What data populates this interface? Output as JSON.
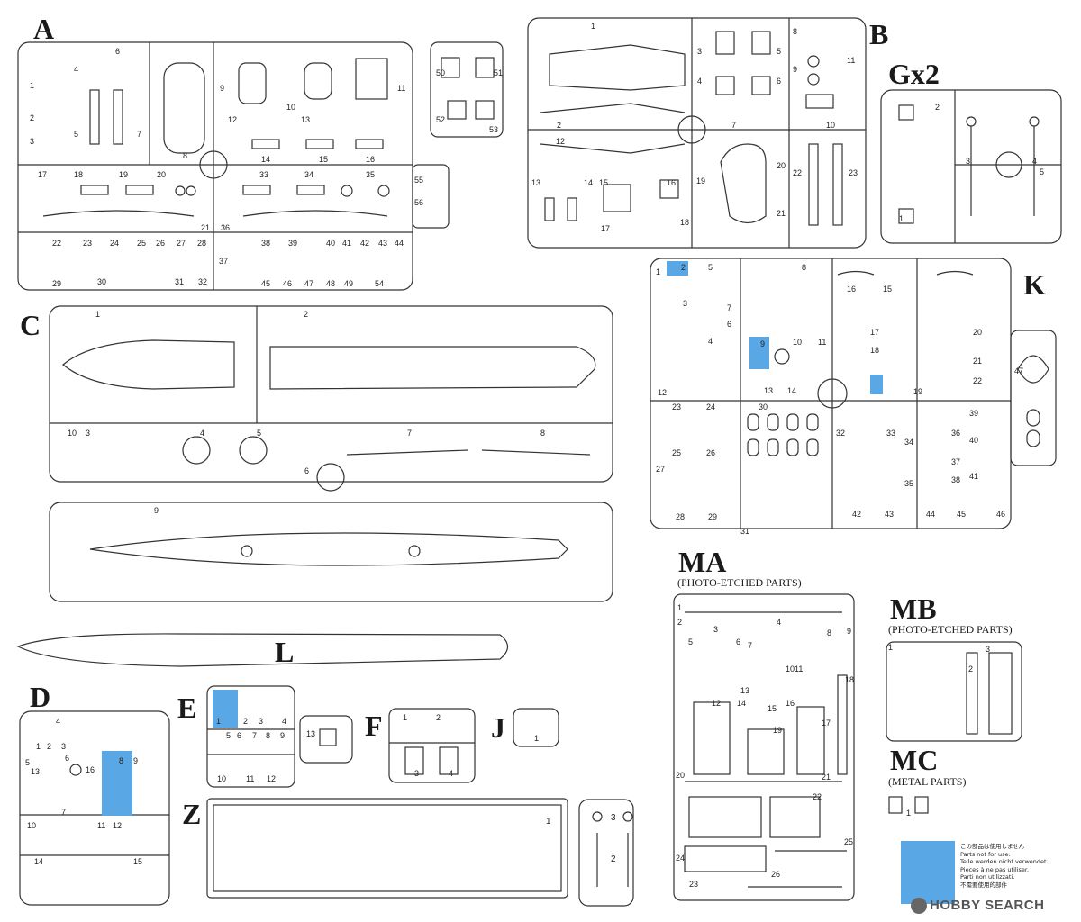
{
  "sprue_labels": {
    "A": "A",
    "B": "B",
    "Gx2": "Gx2",
    "K": "K",
    "C": "C",
    "L": "L",
    "D": "D",
    "E": "E",
    "F": "F",
    "J": "J",
    "Z": "Z",
    "MA": "MA",
    "MB": "MB",
    "MC": "MC"
  },
  "sublabels": {
    "MA": "(PHOTO-ETCHED PARTS)",
    "MB": "(PHOTO-ETCHED PARTS)",
    "MC": "(METAL PARTS)"
  },
  "part_numbers": {
    "A": [
      "1",
      "2",
      "3",
      "4",
      "5",
      "6",
      "7",
      "8",
      "9",
      "10",
      "11",
      "12",
      "13",
      "14",
      "15",
      "16",
      "17",
      "18",
      "19",
      "20",
      "21",
      "22",
      "23",
      "24",
      "25",
      "26",
      "27",
      "28",
      "29",
      "30",
      "31",
      "32",
      "33",
      "34",
      "35",
      "36",
      "37",
      "38",
      "39",
      "40",
      "41",
      "42",
      "43",
      "44",
      "45",
      "46",
      "47",
      "48",
      "49",
      "50",
      "51",
      "52",
      "53",
      "54",
      "55",
      "56"
    ],
    "B": [
      "1",
      "2",
      "3",
      "4",
      "5",
      "6",
      "7",
      "8",
      "9",
      "10",
      "11",
      "12",
      "13",
      "14",
      "15",
      "16",
      "17",
      "18",
      "19",
      "20",
      "21",
      "22",
      "23"
    ],
    "Gx2": [
      "1",
      "2",
      "3",
      "4",
      "5"
    ],
    "K": [
      "1",
      "2",
      "3",
      "4",
      "5",
      "6",
      "7",
      "8",
      "9",
      "10",
      "11",
      "12",
      "13",
      "14",
      "15",
      "16",
      "17",
      "18",
      "19",
      "20",
      "21",
      "22",
      "23",
      "24",
      "25",
      "26",
      "27",
      "28",
      "29",
      "30",
      "31",
      "32",
      "33",
      "34",
      "35",
      "36",
      "37",
      "38",
      "39",
      "40",
      "41",
      "42",
      "43",
      "44",
      "45",
      "46",
      "47"
    ],
    "C": [
      "1",
      "2",
      "3",
      "4",
      "5",
      "6",
      "7",
      "8",
      "9",
      "10"
    ],
    "D": [
      "1",
      "2",
      "3",
      "4",
      "5",
      "6",
      "7",
      "8",
      "9",
      "10",
      "11",
      "12",
      "13",
      "14",
      "15",
      "16"
    ],
    "E": [
      "1",
      "2",
      "3",
      "4",
      "5",
      "6",
      "7",
      "8",
      "9",
      "10",
      "11",
      "12",
      "13"
    ],
    "F": [
      "1",
      "2",
      "3",
      "4"
    ],
    "J": [
      "1"
    ],
    "Z": [
      "1",
      "2",
      "3"
    ],
    "MA": [
      "1",
      "2",
      "3",
      "4",
      "5",
      "6",
      "7",
      "8",
      "9",
      "10",
      "11",
      "12",
      "13",
      "14",
      "15",
      "16",
      "17",
      "18",
      "19",
      "20",
      "21",
      "22",
      "23",
      "24",
      "25",
      "26"
    ],
    "MB": [
      "1",
      "2",
      "3"
    ],
    "MC": [
      "1"
    ]
  },
  "legend": {
    "swatch_color": "#5aa7e6",
    "lines": [
      "この部品は使用しません",
      "Parts not for use.",
      "Teile werden nicht verwendet.",
      "Pieces à ne pas utiliser.",
      "Parti non utilizzati.",
      "不需要使用的部件"
    ]
  },
  "watermark": "HOBBY SEARCH"
}
